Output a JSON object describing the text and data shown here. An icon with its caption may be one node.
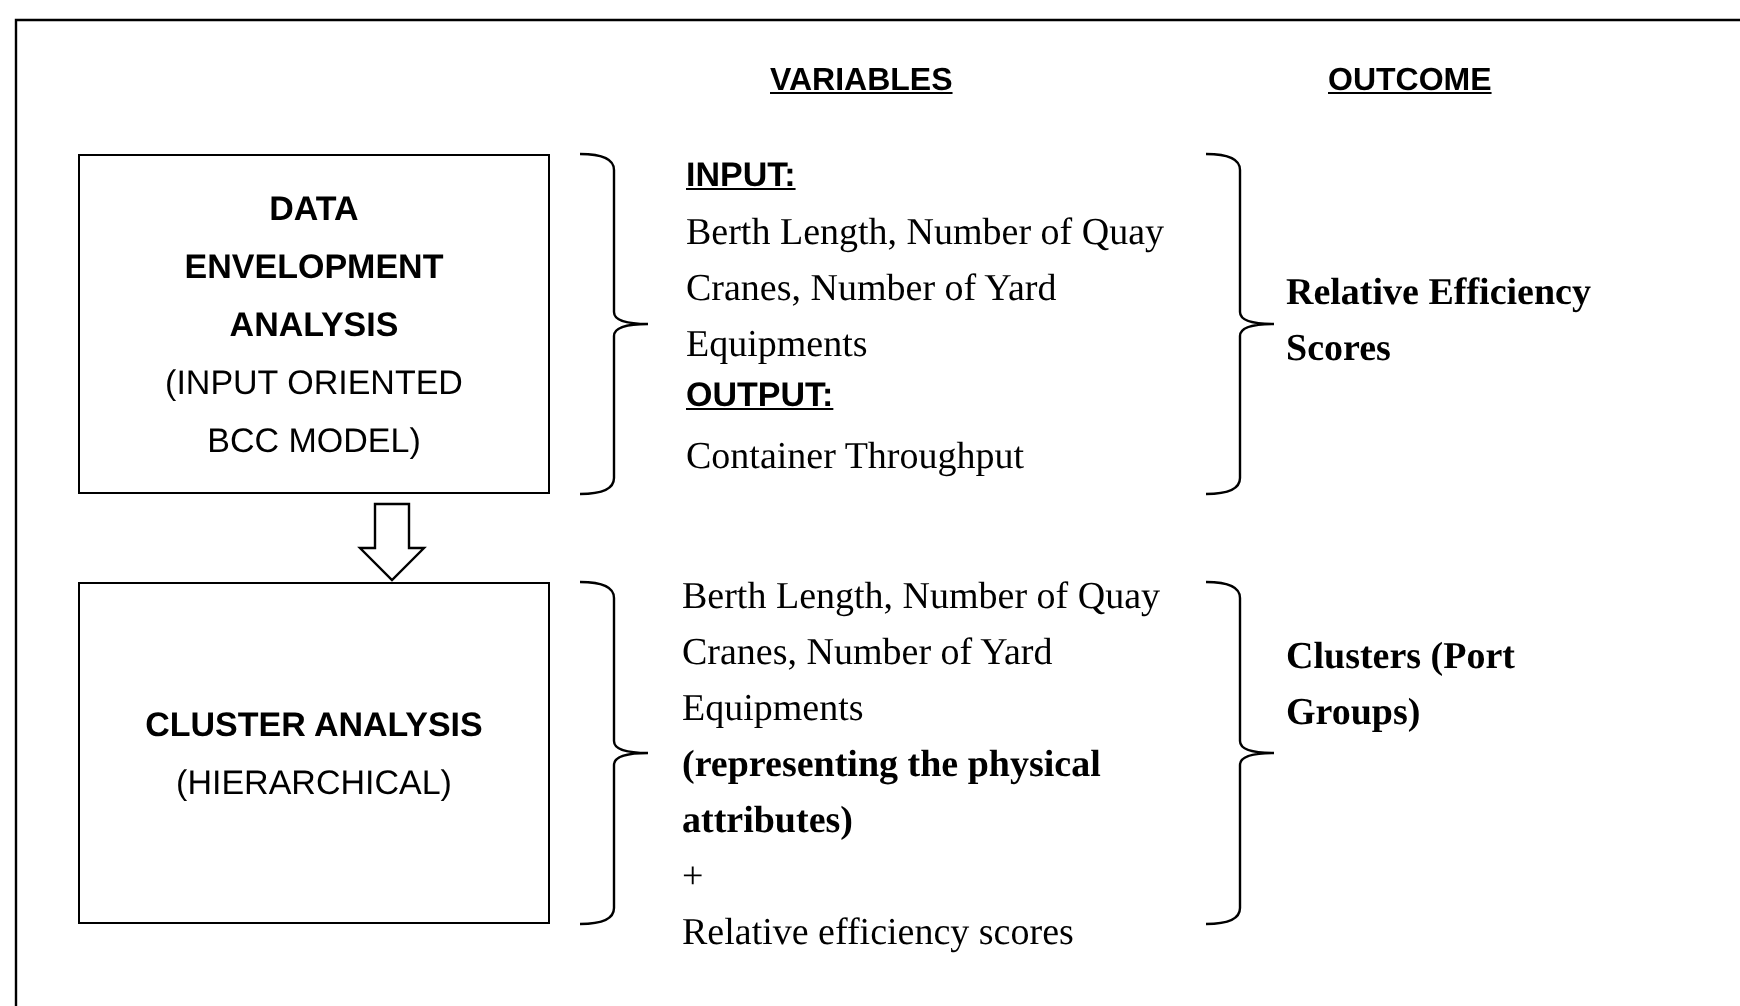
{
  "diagram": {
    "nodes": [
      {
        "text": [
          "DATA ENVELOPMENT ANALYSIS",
          "(INPUT ORIENTED BCC MODEL)"
        ]
      },
      {
        "text": [
          "CLUSTER ANALYSIS",
          "(HIERARCHICAL)"
        ]
      }
    ],
    "edges": [
      {
        "from": 0,
        "to": 1,
        "arrow": "to"
      }
    ],
    "labels": [
      "VARIABLES",
      "OUTCOME",
      "INPUT:",
      "Berth Length, Number of Quay Cranes, Number of Yard Equipments",
      "OUTPUT:",
      "Container Throughput",
      "Relative Efficiency Scores",
      "Berth Length, Number of Quay Cranes, Number of Yard Equipments",
      "(representing the physical attributes)",
      "+",
      "Relative efficiency scores",
      "Clusters (Port Groups)"
    ]
  }
}
